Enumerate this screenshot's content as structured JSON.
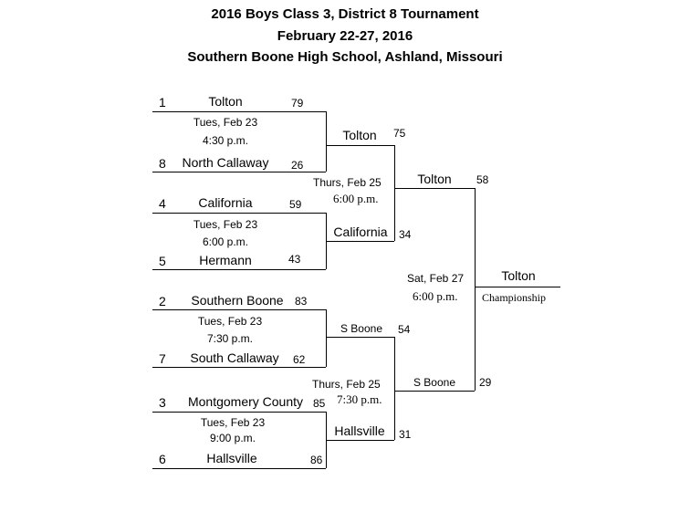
{
  "header": {
    "line1": "2016 Boys Class 3, District 8 Tournament",
    "line2": "February 22-27, 2016",
    "line3": "Southern Boone High School, Ashland, Missouri"
  },
  "round1": [
    {
      "seed": "1",
      "team": "Tolton",
      "score": "79",
      "day": "Tues, Feb 23",
      "time": "4:30 p.m.",
      "opp_seed": "8",
      "opp_team": "North Callaway",
      "opp_score": "26"
    },
    {
      "seed": "4",
      "team": "California",
      "score": "59",
      "day": "Tues, Feb 23",
      "time": "6:00 p.m.",
      "opp_seed": "5",
      "opp_team": "Hermann",
      "opp_score": "43"
    },
    {
      "seed": "2",
      "team": "Southern Boone",
      "score": "83",
      "day": "Tues, Feb 23",
      "time": "7:30 p.m.",
      "opp_seed": "7",
      "opp_team": "South Callaway",
      "opp_score": "62"
    },
    {
      "seed": "3",
      "team": "Montgomery County",
      "score": "85",
      "day": "Tues, Feb 23",
      "time": "9:00 p.m.",
      "opp_seed": "6",
      "opp_team": "Hallsville",
      "opp_score": "86"
    }
  ],
  "semis": [
    {
      "team_a": "Tolton",
      "score_a": "75",
      "day": "Thurs, Feb 25",
      "time": "6:00 p.m.",
      "team_b": "California",
      "score_b": "34"
    },
    {
      "team_a": "S Boone",
      "score_a": "54",
      "day": "Thurs, Feb 25",
      "time": "7:30 p.m.",
      "team_b": "Hallsville",
      "score_b": "31"
    }
  ],
  "final": {
    "team_a": "Tolton",
    "score_a": "58",
    "day": "Sat, Feb 27",
    "time": "6:00 p.m.",
    "team_b": "S Boone",
    "score_b": "29"
  },
  "champion": {
    "team": "Tolton",
    "label": "Championship"
  }
}
